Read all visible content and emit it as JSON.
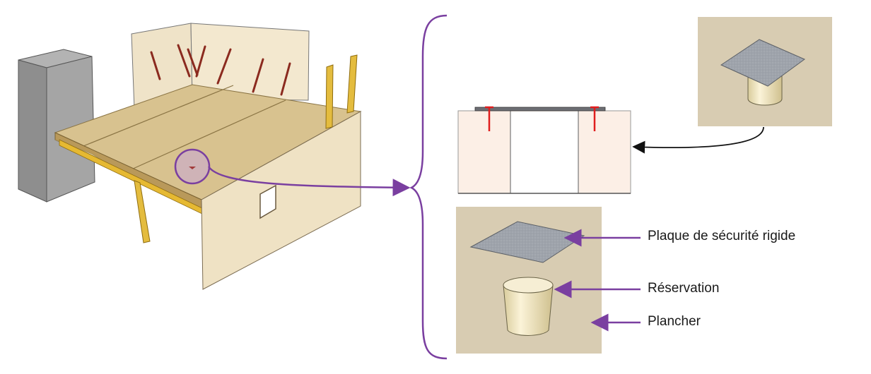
{
  "labels": {
    "plaque": "Plaque de sécurité rigide",
    "reservation": "Réservation",
    "plancher": "Plancher"
  },
  "colors": {
    "wall": "#ece0c4",
    "floor_top": "#d5bf8c",
    "floor_edge": "#c3a66a",
    "column": "#9a9a9a",
    "post": "#e4bc3e",
    "brace": "#8b2a1f",
    "highlight": "#7a3fa0",
    "panel_bg": "#d8ccb2",
    "plate": "#9ea3ab",
    "cylinder": "#f3e8c6",
    "section_fill": "#fcefe6",
    "nail": "#e01e1e"
  }
}
